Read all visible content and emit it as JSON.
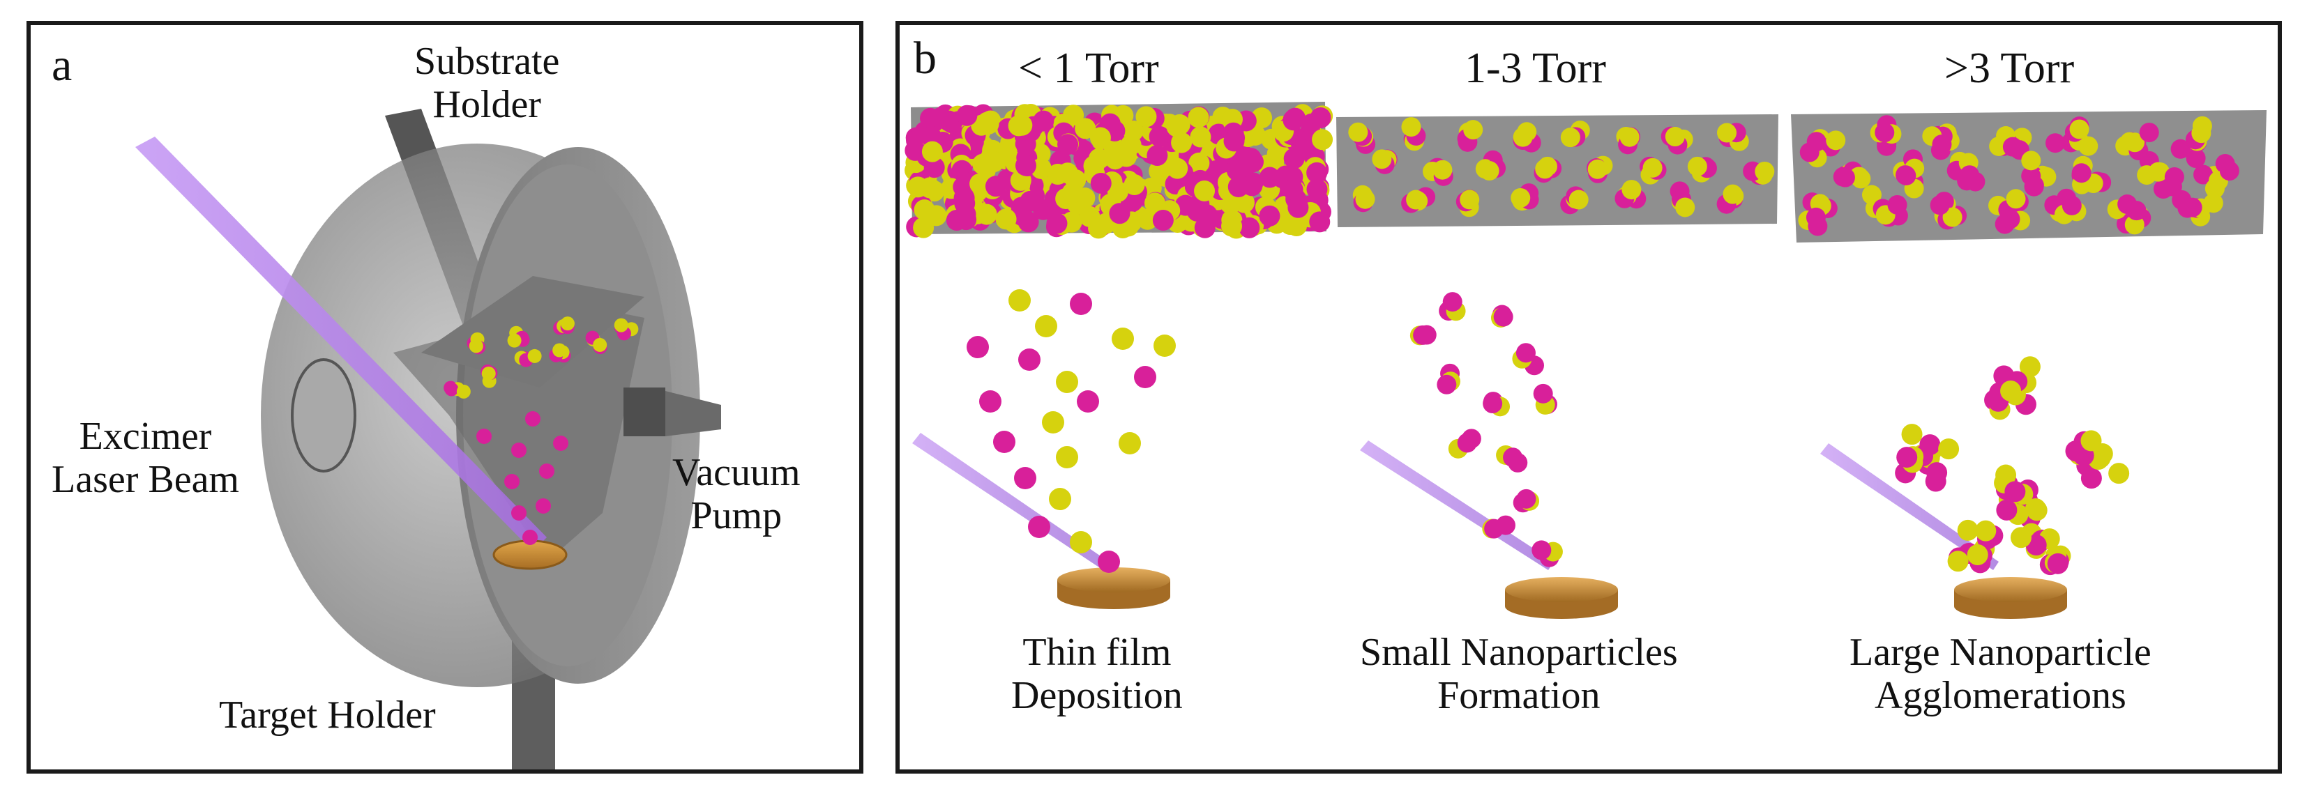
{
  "panel_a": {
    "label": "a",
    "substrate_holder": [
      "Substrate",
      "Holder"
    ],
    "laser_beam": [
      "Excimer",
      "Laser Beam"
    ],
    "vacuum_pump": [
      "Vacuum",
      "Pump"
    ],
    "target_holder": "Target Holder"
  },
  "panel_b": {
    "label": "b",
    "columns": [
      {
        "pressure": "< 1 Torr",
        "caption": [
          "Thin film",
          "Deposition"
        ]
      },
      {
        "pressure": "1-3 Torr",
        "caption": [
          "Small Nanoparticles",
          "Formation"
        ]
      },
      {
        "pressure": ">3 Torr",
        "caption": [
          "Large Nanoparticle",
          "Agglomerations"
        ]
      }
    ]
  },
  "colors": {
    "particle_magenta": "#d8209a",
    "particle_yellow": "#d6d20e",
    "chamber_gray": "#7d7d7d",
    "substrate_gray": "#8a8a8a",
    "target_bronze": "#c08a3c",
    "laser_violet": "#b585e6"
  }
}
